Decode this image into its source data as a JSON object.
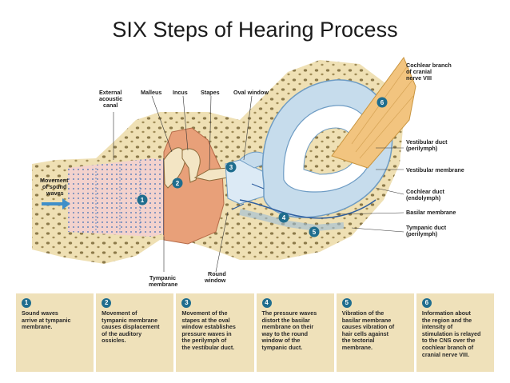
{
  "title": "SIX Steps of Hearing Process",
  "labels": {
    "external_canal": "External\nacoustic\ncanal",
    "malleus": "Malleus",
    "incus": "Incus",
    "stapes": "Stapes",
    "oval_window": "Oval window",
    "cochlear_nerve": "Cochlear branch\nof cranial\nnerve VIII",
    "vestibular_duct": "Vestibular duct\n(perilymph)",
    "vestibular_membrane": "Vestibular membrane",
    "cochlear_duct": "Cochlear duct\n(endolymph)",
    "basilar_membrane": "Basilar membrane",
    "tympanic_duct": "Tympanic duct\n(perilymph)",
    "movement_sound": "Movement\nof sound\nwaves",
    "tympanic_membrane": "Tympanic\nmembrane",
    "round_window": "Round\nwindow"
  },
  "markers": [
    "1",
    "2",
    "3",
    "4",
    "5",
    "6"
  ],
  "steps": [
    {
      "num": "1",
      "text": "Sound waves\narrive at tympanic\nmembrane."
    },
    {
      "num": "2",
      "text": "Movement of\ntympanic membrane\ncauses displacement\nof the auditory\nossicles."
    },
    {
      "num": "3",
      "text": "Movement of the\nstapes at the oval\nwindow establishes\npressure waves in\nthe perilymph of\nthe vestibular duct."
    },
    {
      "num": "4",
      "text": "The pressure waves\ndistort the basilar\nmembrane on their\nway to the round\nwindow of the\ntympanic duct."
    },
    {
      "num": "5",
      "text": "Vibration of the\nbasilar membrane\ncauses vibration of\nhair cells against\nthe tectorial\nmembrane."
    },
    {
      "num": "6",
      "text": "Information about\nthe region and the\nintensity of\nstimulation is relayed\nto the CNS over the\ncochlear branch of\ncranial nerve VIII."
    }
  ],
  "colors": {
    "bone": "#efe0b4",
    "bone_spots": "#8c7a4a",
    "tissue": "#e8a079",
    "canal": "#f3d2cd",
    "cochlea_fluid": "#c6dcec",
    "nerve": "#f2c47f",
    "marker": "#1f6d8e",
    "step_bg": "#efe1ba"
  }
}
